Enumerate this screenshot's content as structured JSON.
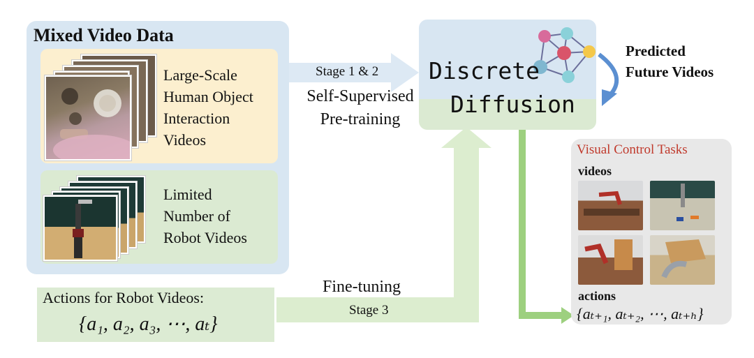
{
  "mixed_data": {
    "title": "Mixed Video Data",
    "human_lines": [
      "Large-Scale",
      "Human Object",
      "Interaction",
      "Videos"
    ],
    "robot_lines": [
      "Limited",
      "Number of",
      "Robot Videos"
    ]
  },
  "robot_actions": {
    "title": "Actions for Robot Videos:",
    "formula": "{a₁, a₂, a₃, ⋯, aₜ}"
  },
  "pretraining": {
    "stage": "Stage 1 & 2",
    "lines": [
      "Self-Supervised",
      "Pre-training"
    ]
  },
  "finetuning": {
    "label": "Fine-tuning",
    "stage": "Stage 3"
  },
  "model": {
    "line1": "Discrete",
    "line2": "Diffusion"
  },
  "prediction": {
    "lines": [
      "Predicted",
      "Future Videos"
    ]
  },
  "control_tasks": {
    "title": "Visual Control Tasks",
    "videos_label": "videos",
    "actions_label": "actions",
    "formula": "{aₜ₊₁, aₜ₊₂, ⋯, aₜ₊ₕ}"
  },
  "colors": {
    "blue_panel": "#d8e6f2",
    "green_panel": "#dbead2",
    "yellow_panel": "#fcefcf",
    "gray_panel": "#e8e8e8",
    "title_red": "#c0392b",
    "arrow_blue": "#5b8fd1",
    "arrow_green": "#9dd07f"
  }
}
